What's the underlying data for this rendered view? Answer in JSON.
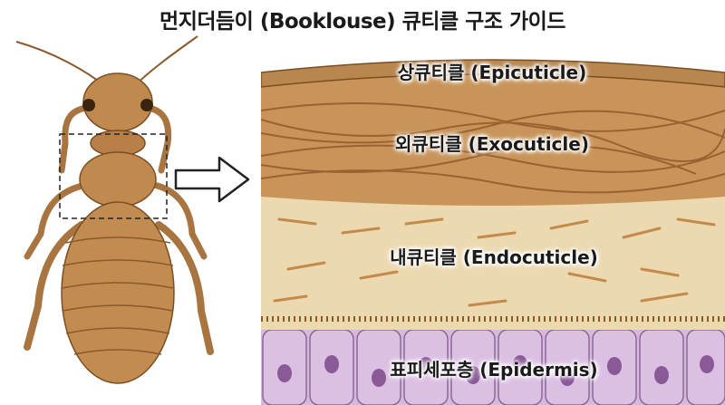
{
  "title": "먼지더듬이 (Booklouse) 큐티클 구조 가이드",
  "layers": {
    "epicuticle": "상큐티클 (Epicuticle)",
    "exocuticle": "외큐티클 (Exocuticle)",
    "endocuticle": "내큐티클 (Endocuticle)",
    "epidermis": "표피세포층 (Epidermis)"
  },
  "colors": {
    "epicuticle": "#b8864f",
    "exocuticle": "#c89459",
    "endocuticle": "#ecd9b0",
    "epidermis": "#d8b8e0",
    "fiber": "#9a6230",
    "insect_body": "#c08a4e"
  }
}
